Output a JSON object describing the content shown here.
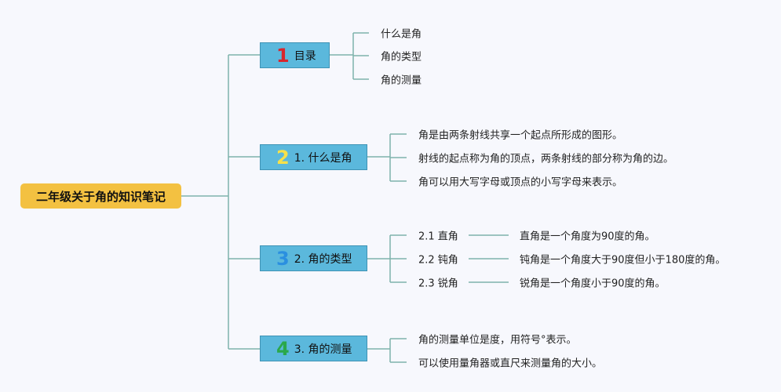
{
  "root": {
    "title": "二年级关于角的知识笔记",
    "color": "#f3c141"
  },
  "branches": [
    {
      "num": "1",
      "num_color": "#d7262e",
      "label": "目录",
      "leaves": [
        "什么是角",
        "角的类型",
        "角的测量"
      ]
    },
    {
      "num": "2",
      "num_color": "#f6e14b",
      "label": "1. 什么是角",
      "leaves": [
        "角是由两条射线共享一个起点所形成的图形。",
        "射线的起点称为角的顶点，两条射线的部分称为角的边。",
        "角可以用大写字母或顶点的小写字母来表示。"
      ]
    },
    {
      "num": "3",
      "num_color": "#2a8fe0",
      "label": "2. 角的类型",
      "subs": [
        {
          "label": "2.1 直角",
          "detail": "直角是一个角度为90度的角。"
        },
        {
          "label": "2.2 钝角",
          "detail": "钝角是一个角度大于90度但小于180度的角。"
        },
        {
          "label": "2.3 锐角",
          "detail": "锐角是一个角度小于90度的角。"
        }
      ]
    },
    {
      "num": "4",
      "num_color": "#2aa84a",
      "label": "3. 角的测量",
      "leaves": [
        "角的测量单位是度，用符号°表示。",
        "可以使用量角器或直尺来测量角的大小。"
      ]
    }
  ]
}
